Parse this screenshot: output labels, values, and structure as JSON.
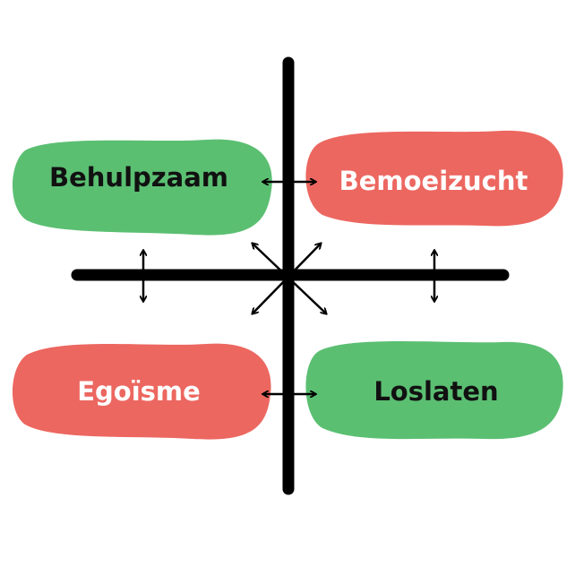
{
  "quadrants": {
    "top_left": {
      "label": "Behulpzaam",
      "fill": "#5BBF72",
      "text_color": "#111111"
    },
    "top_right": {
      "label": "Bemoeizucht",
      "fill": "#EC6760",
      "text_color": "#ffffff"
    },
    "bottom_left": {
      "label": "Egoïsme",
      "fill": "#EC6760",
      "text_color": "#ffffff"
    },
    "bottom_right": {
      "label": "Loslaten",
      "fill": "#5BBF72",
      "text_color": "#111111"
    }
  },
  "axis_color": "#000000",
  "background": "#ffffff"
}
